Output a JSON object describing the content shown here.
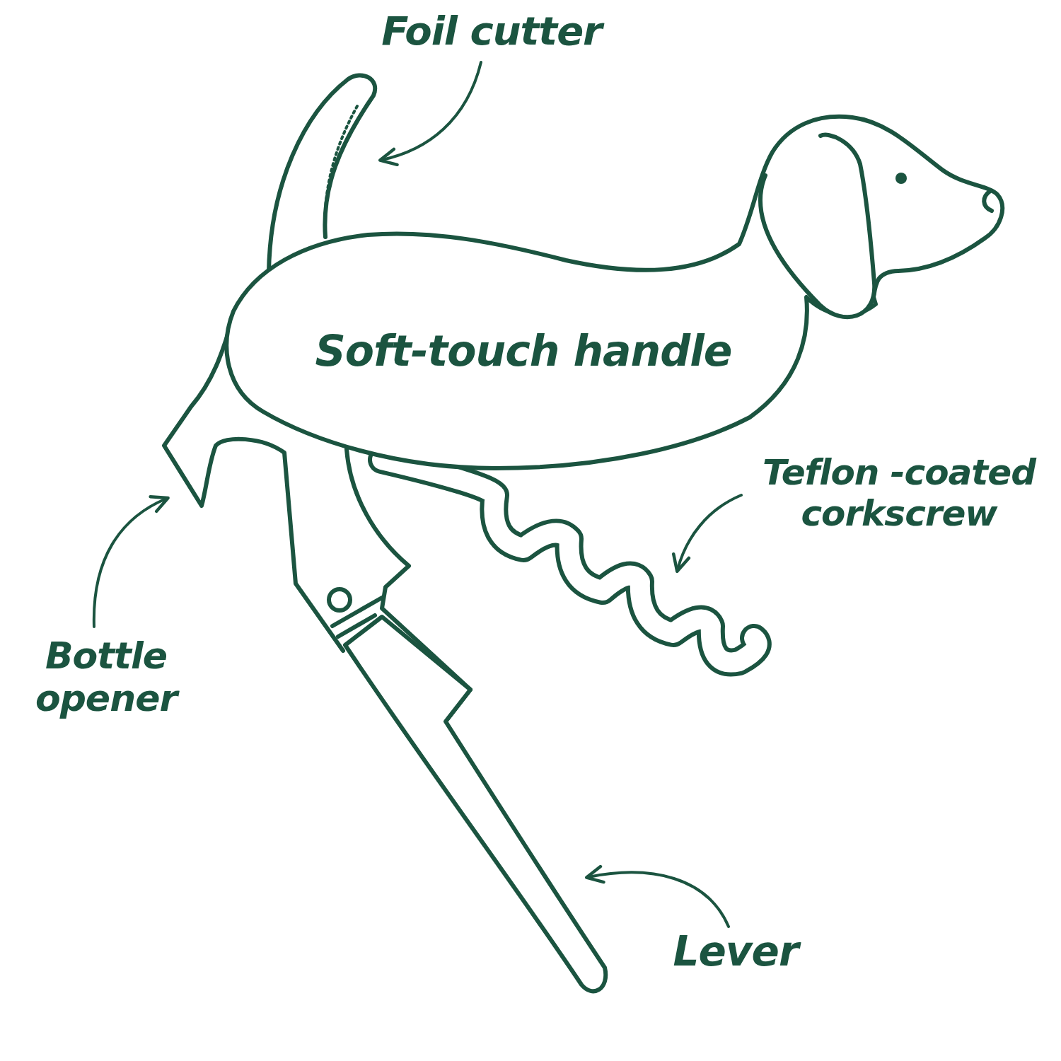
{
  "diagram": {
    "labels": [
      "Foil cutter",
      "Soft-touch handle",
      "Teflon -coated corkscrew",
      "Bottle opener",
      "Lever"
    ]
  }
}
